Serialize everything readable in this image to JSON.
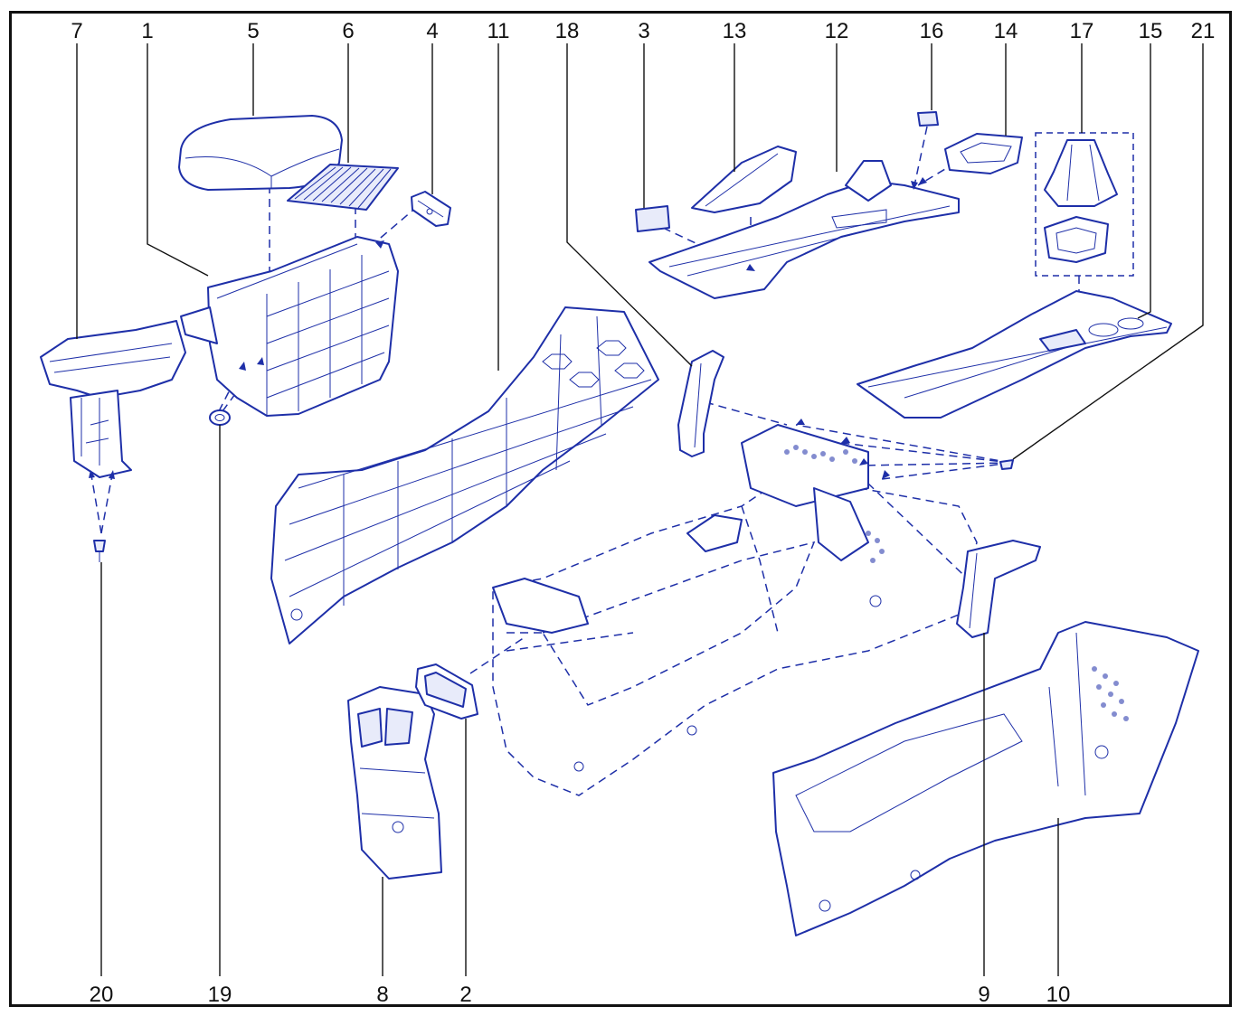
{
  "callouts": {
    "c7": "7",
    "c1": "1",
    "c5": "5",
    "c6": "6",
    "c4": "4",
    "c11": "11",
    "c18": "18",
    "c3": "3",
    "c13": "13",
    "c12": "12",
    "c16": "16",
    "c14": "14",
    "c17": "17",
    "c15": "15",
    "c21": "21",
    "c20": "20",
    "c19": "19",
    "c8": "8",
    "c2": "2",
    "c9": "9",
    "c10": "10"
  },
  "colors": {
    "line": "#1e2fa8",
    "leader": "#111111",
    "frame": "#111111"
  }
}
